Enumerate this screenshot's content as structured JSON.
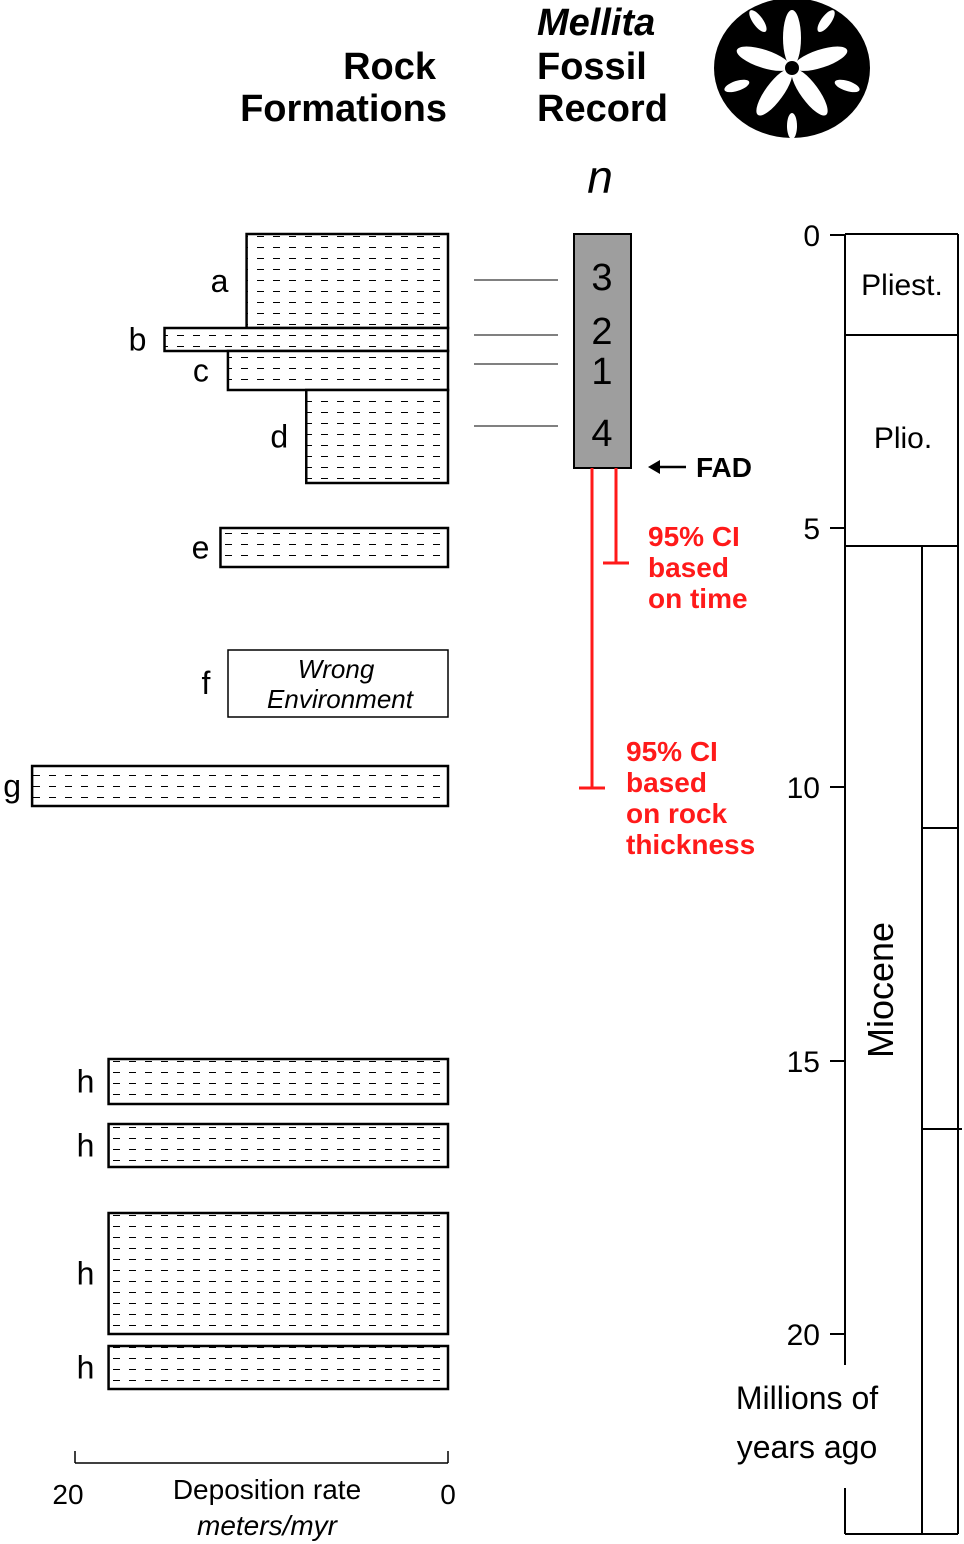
{
  "titles": {
    "rock": [
      "Rock",
      "Formations"
    ],
    "fossil": [
      "Mellita",
      "Fossil",
      "Record"
    ],
    "n_label": "n"
  },
  "formations": [
    {
      "label": "a",
      "rate": 10.8
    },
    {
      "label": "b",
      "rate": 15.2
    },
    {
      "label": "c",
      "rate": 11.8
    },
    {
      "label": "d",
      "rate": 7.6
    },
    {
      "label": "e",
      "rate": 12.2
    },
    {
      "label": "f",
      "rate": null,
      "note": [
        "Wrong",
        "Environment"
      ]
    },
    {
      "label": "g",
      "rate": 22.3
    },
    {
      "label": "h",
      "rate": 18.2
    },
    {
      "label": "h",
      "rate": 18.2
    },
    {
      "label": "h",
      "rate": 18.2
    },
    {
      "label": "h",
      "rate": 18.2
    }
  ],
  "rate_axis": {
    "title": "Deposition rate",
    "units": "meters/myr",
    "ticks": [
      "20",
      "0"
    ]
  },
  "fossil_counts": [
    "3",
    "2",
    "1",
    "4"
  ],
  "fad_label": "FAD",
  "ci": {
    "time": [
      "95% CI",
      "based",
      "on time"
    ],
    "rock": [
      "95% CI",
      "based",
      "on rock",
      "thickness"
    ],
    "color": "#ff1a1a"
  },
  "time_axis": {
    "ticks": [
      "0",
      "5",
      "10",
      "15",
      "20"
    ],
    "label": [
      "Millions of",
      "years ago"
    ],
    "epochs": [
      "Pliest.",
      "Plio.",
      "Miocene"
    ]
  },
  "colors": {
    "fossil_bar": "#9e9e9e",
    "ci": "#ff1a1a"
  }
}
